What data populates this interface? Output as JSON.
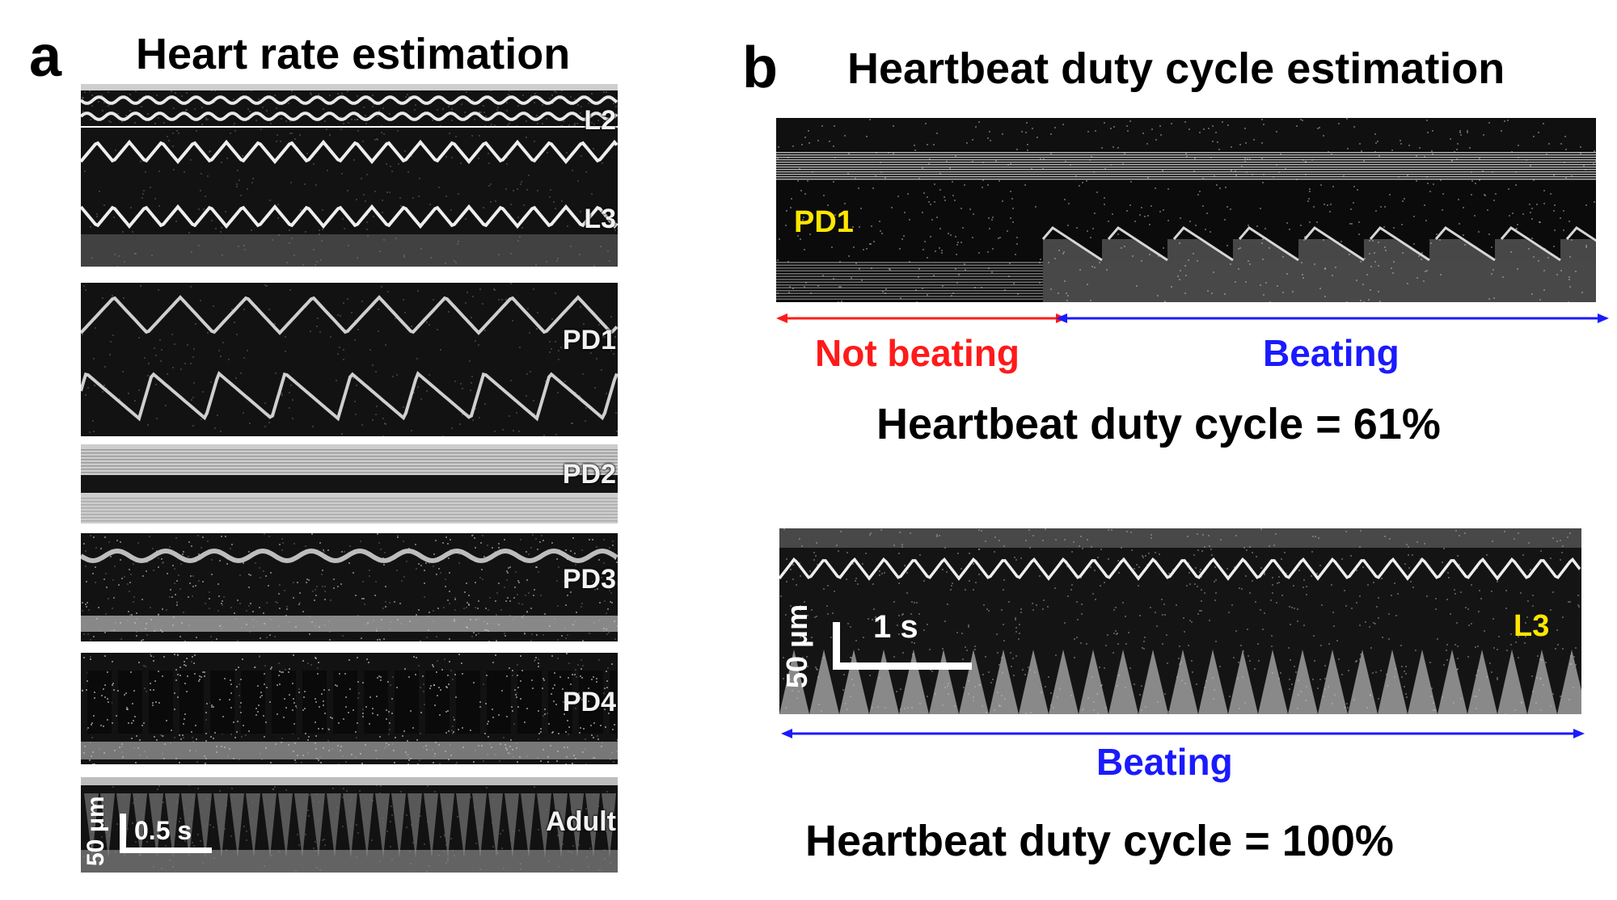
{
  "panel_a": {
    "letter": "a",
    "title": "Heart rate estimation",
    "strips": [
      {
        "label": "L2"
      },
      {
        "label": "L3"
      },
      {
        "label": "PD1"
      },
      {
        "label": "PD2"
      },
      {
        "label": "PD3"
      },
      {
        "label": "PD4"
      },
      {
        "label": "Adult"
      }
    ],
    "scale_bar": {
      "time": "0.5 s",
      "length": "50 μm"
    }
  },
  "panel_b": {
    "letter": "b",
    "title": "Heartbeat duty cycle estimation",
    "top": {
      "label": "PD1",
      "not_beating_label": "Not beating",
      "beating_label": "Beating",
      "result": "Heartbeat duty cycle = 61%",
      "duty_cycle_percent": 61
    },
    "bottom": {
      "label": "L3",
      "beating_label": "Beating",
      "result": "Heartbeat duty cycle = 100%",
      "duty_cycle_percent": 100,
      "scale_bar": {
        "time": "1 s",
        "length": "50 μm"
      }
    },
    "colors": {
      "not_beating": "#ff1a1a",
      "beating": "#1a1aff",
      "label_yellow": "#ffe600"
    }
  }
}
